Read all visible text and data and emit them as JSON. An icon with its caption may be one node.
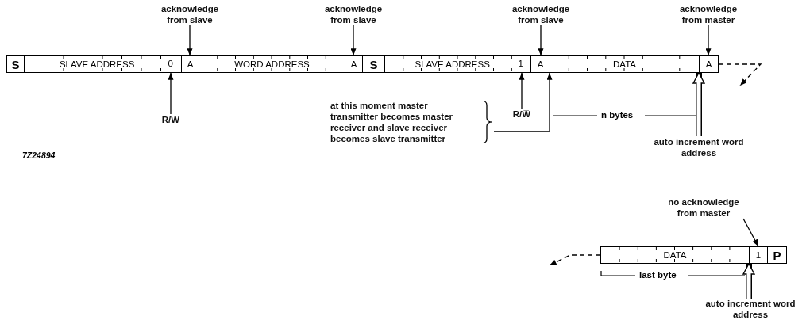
{
  "diagram": {
    "nodes": [
      {
        "text": [
          "acknowledge from slave"
        ]
      },
      {
        "text": [
          "acknowledge from slave"
        ]
      },
      {
        "text": [
          "acknowledge from slave"
        ]
      },
      {
        "text": [
          "acknowledge from master"
        ]
      },
      {
        "text": [
          "S"
        ]
      },
      {
        "text": [
          "SLAVE ADDRESS",
          "0"
        ]
      },
      {
        "text": [
          "A"
        ]
      },
      {
        "text": [
          "WORD ADDRESS"
        ]
      },
      {
        "text": [
          "A"
        ]
      },
      {
        "text": [
          "S"
        ]
      },
      {
        "text": [
          "SLAVE ADDRESS",
          "1"
        ]
      },
      {
        "text": [
          "A"
        ]
      },
      {
        "text": [
          "DATA"
        ]
      },
      {
        "text": [
          "A"
        ]
      },
      {
        "text": [
          "R/W̅"
        ]
      },
      {
        "text": [
          "R/W̅"
        ]
      },
      {
        "text": [
          "at this moment master transmitter becomes master receiver and slave receiver becomes slave transmitter"
        ]
      },
      {
        "text": [
          "auto increment word address"
        ]
      },
      {
        "text": [
          "no acknowledge from master"
        ]
      },
      {
        "text": [
          "DATA"
        ]
      },
      {
        "text": [
          "1"
        ]
      },
      {
        "text": [
          "P"
        ]
      },
      {
        "text": [
          "auto increment word address"
        ]
      }
    ],
    "edges": [
      {
        "from": 0,
        "to": 6,
        "arrow": "to"
      },
      {
        "from": 1,
        "to": 8,
        "arrow": "to"
      },
      {
        "from": 2,
        "to": 11,
        "arrow": "to"
      },
      {
        "from": 3,
        "to": 13,
        "arrow": "to"
      },
      {
        "from": 14,
        "to": 5,
        "arrow": "to"
      },
      {
        "from": 15,
        "to": 10,
        "arrow": "to"
      },
      {
        "from": 16,
        "to": 12,
        "arrow": "to"
      },
      {
        "from": 17,
        "to": 13,
        "arrow": "to",
        "style": "thick"
      },
      {
        "from": 18,
        "to": 20,
        "arrow": "to"
      },
      {
        "from": 22,
        "to": 20,
        "arrow": "to",
        "style": "thick"
      },
      {
        "from": 13,
        "to": null,
        "arrow": "to",
        "style": "dashed"
      },
      {
        "from": 19,
        "to": null,
        "arrow": "to",
        "style": "dashed"
      }
    ],
    "labels": [
      "n bytes",
      "7Z24894",
      "last byte"
    ]
  }
}
